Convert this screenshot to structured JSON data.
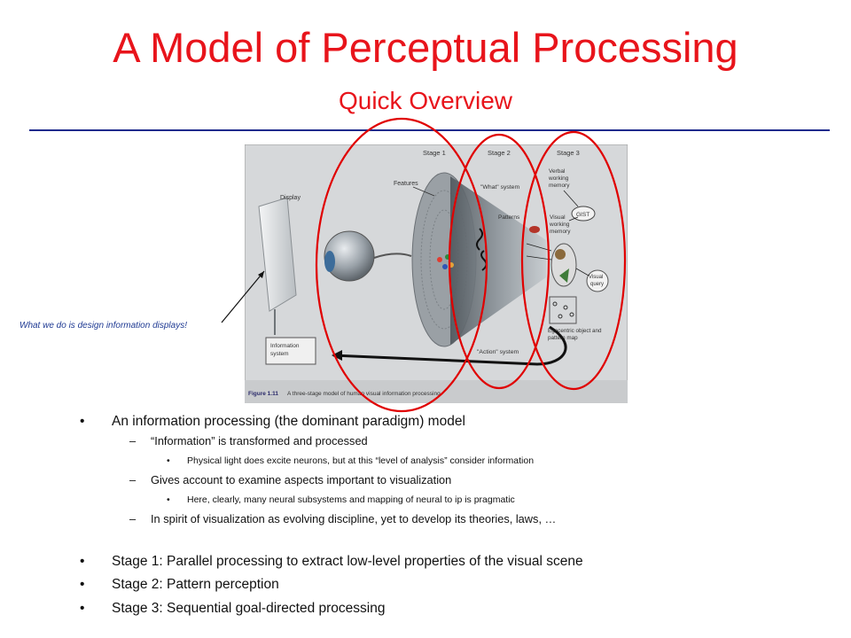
{
  "slide": {
    "title": "A Model of Perceptual Processing",
    "subtitle": "Quick Overview",
    "annotation": "What we do is design information displays!"
  },
  "figure": {
    "stage_labels": [
      "Stage 1",
      "Stage 2",
      "Stage 3"
    ],
    "labels": {
      "display": "Display",
      "features": "Features",
      "what_system": "\"What\" system",
      "patterns": "Patterns",
      "verbal_wm_1": "Verbal",
      "verbal_wm_2": "working",
      "verbal_wm_3": "memory",
      "visual_wm_1": "Visual",
      "visual_wm_2": "working",
      "visual_wm_3": "memory",
      "gist": "GIST",
      "visual_query_1": "Visual",
      "visual_query_2": "query",
      "egocentric_1": "Egocentric object and",
      "egocentric_2": "pattern map",
      "action_system": "\"Action\" system",
      "info_system_1": "Information",
      "info_system_2": "system",
      "caption_fig": "Figure 1.11",
      "caption_text": "A three-stage model of human visual information processing."
    }
  },
  "bullets": {
    "b1": "An information processing (the dominant paradigm) model",
    "b1_1": "“Information” is transformed and processed",
    "b1_1_1": "Physical light does excite neurons, but at this “level of analysis” consider information",
    "b1_2": "Gives account to examine aspects important to visualization",
    "b1_2_1": "Here, clearly, many neural  subsystems and mapping of neural to ip is pragmatic",
    "b1_3": "In spirit of visualization as evolving discipline, yet to develop its theories, laws, …",
    "b2": "Stage 1: Parallel processing to extract low-level properties of the visual scene",
    "b3": "Stage 2: Pattern perception",
    "b4": "Stage 3: Sequential goal-directed processing"
  },
  "markers": {
    "bullet": "•",
    "dash": "–"
  },
  "colors": {
    "title": "#e8141b",
    "rule": "#1d2a8c",
    "annotation": "#1f3a93",
    "ellipse": "#e00000"
  }
}
